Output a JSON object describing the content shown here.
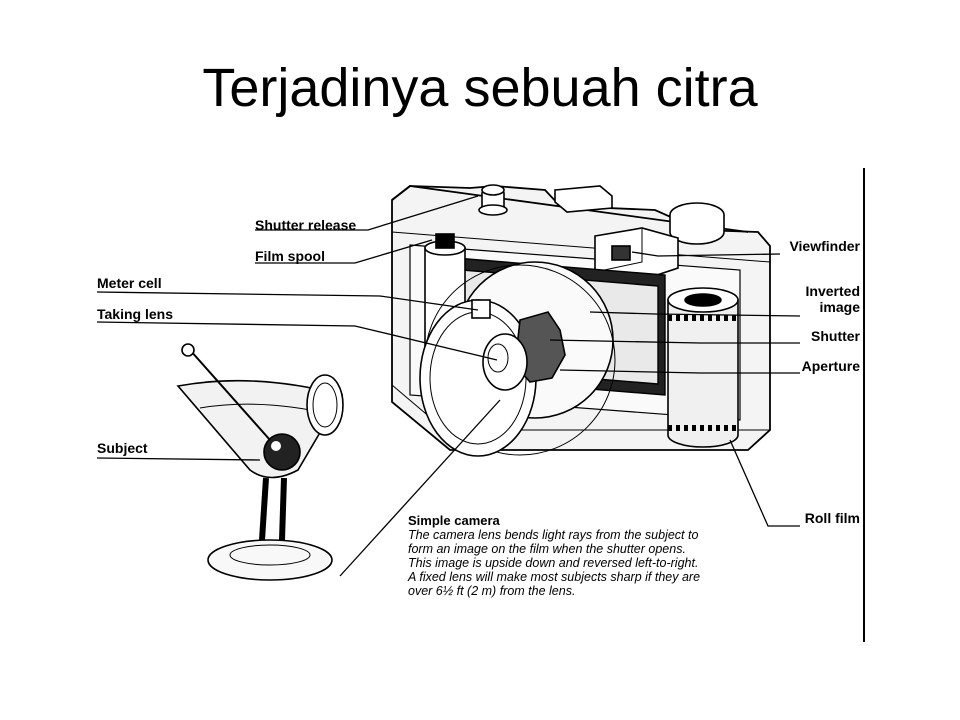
{
  "slide": {
    "title": "Terjadinya sebuah citra"
  },
  "diagram": {
    "labels": {
      "shutter_release": "Shutter release",
      "film_spool": "Film spool",
      "meter_cell": "Meter cell",
      "taking_lens": "Taking lens",
      "subject": "Subject",
      "viewfinder": "Viewfinder",
      "inverted_image": "Inverted\nimage",
      "shutter": "Shutter",
      "aperture": "Aperture",
      "roll_film": "Roll film"
    },
    "caption": {
      "title": "Simple camera",
      "body": "The camera lens bends light rays from the subject to form an image on the film when the shutter opens. This image is upside down and reversed left-to-right. A fixed lens will make most subjects sharp if they are over 6½ ft (2 m) from the lens."
    }
  }
}
